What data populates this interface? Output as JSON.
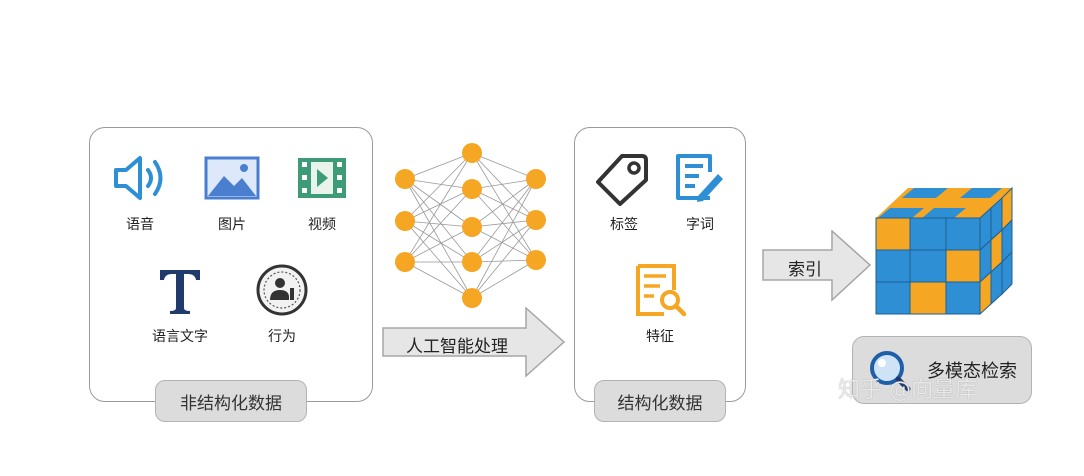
{
  "unstructured": {
    "items": [
      {
        "label": "语音",
        "icon": "speaker-icon"
      },
      {
        "label": "图片",
        "icon": "image-icon"
      },
      {
        "label": "视频",
        "icon": "video-icon"
      },
      {
        "label": "语言文字",
        "icon": "text-icon"
      },
      {
        "label": "行为",
        "icon": "behavior-icon"
      }
    ],
    "tag": "非结构化数据"
  },
  "process_arrow_label": "人工智能处理",
  "structured": {
    "items": [
      {
        "label": "标签",
        "icon": "tag-icon"
      },
      {
        "label": "字词",
        "icon": "words-icon"
      },
      {
        "label": "特征",
        "icon": "feature-icon"
      }
    ],
    "tag": "结构化数据"
  },
  "index_arrow_label": "索引",
  "search_label": "多模态检索",
  "watermark": "知乎 @向量库",
  "colors": {
    "blue": "#2f8fd4",
    "orange": "#f5a623",
    "green": "#3d9b78",
    "navy": "#1f3a6b",
    "gray": "#dcdcdc"
  }
}
